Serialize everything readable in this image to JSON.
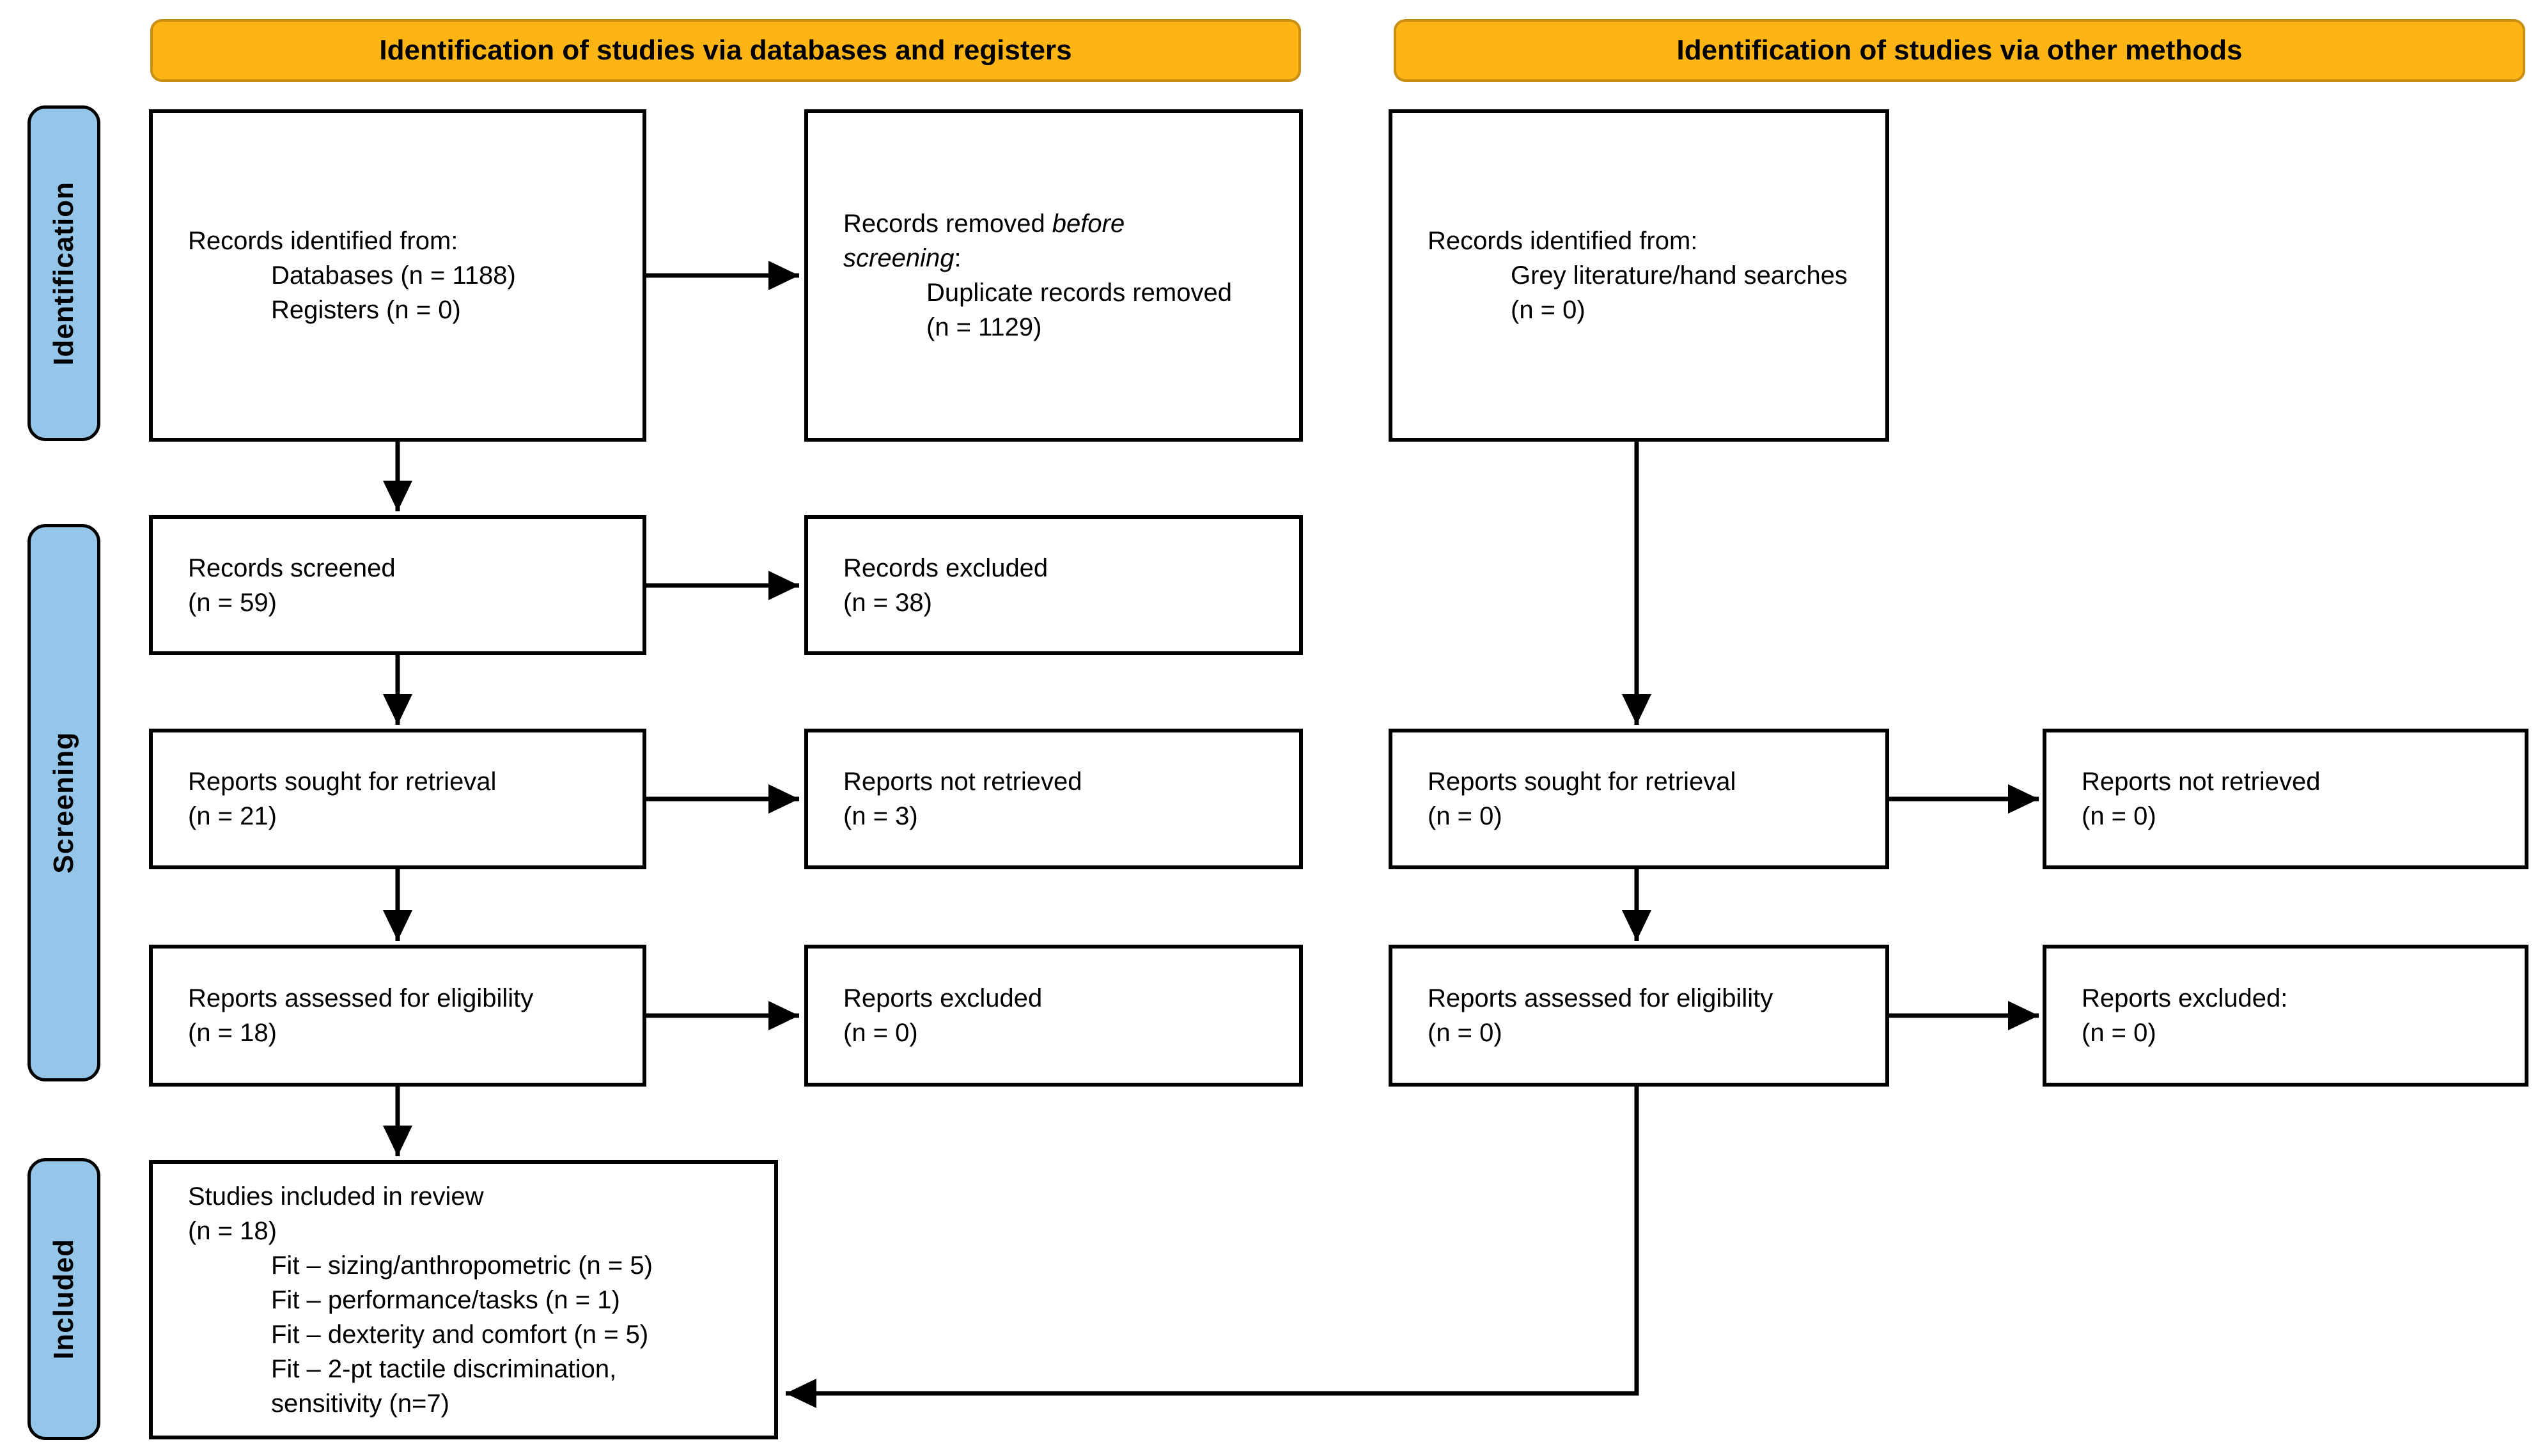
{
  "colors": {
    "banner_bg": "#FDB515",
    "banner_border": "#C98F12",
    "stage_bg": "#95C5E8",
    "box_border": "#000000",
    "arrow": "#000000"
  },
  "banners": {
    "left": "Identification of studies via databases and registers",
    "right": "Identification of studies via other methods"
  },
  "stages": {
    "identification": "Identification",
    "screening": "Screening",
    "included": "Included"
  },
  "boxes": {
    "records_identified_db": {
      "line1": "Records identified from:",
      "line2": "Databases (n = 1188)",
      "line3": "Registers (n = 0)"
    },
    "records_removed": {
      "line1_normal": "Records removed ",
      "line1_italic": "before",
      "line2_italic": "screening",
      "line2_normal": ":",
      "line3": "Duplicate records removed",
      "line4": "(n = 1129)"
    },
    "records_identified_other": {
      "line1": "Records identified from:",
      "line2": "Grey literature/hand searches",
      "line3": "(n = 0)"
    },
    "records_screened": {
      "line1": "Records screened",
      "line2": "(n = 59)"
    },
    "records_excluded": {
      "line1": "Records excluded",
      "line2": "(n = 38)"
    },
    "reports_sought_db": {
      "line1": "Reports sought for retrieval",
      "line2": "(n = 21)"
    },
    "reports_not_retrieved_db": {
      "line1": "Reports not retrieved",
      "line2": "(n = 3)"
    },
    "reports_assessed_db": {
      "line1": "Reports assessed for eligibility",
      "line2": "(n = 18)"
    },
    "reports_excluded_db": {
      "line1": "Reports excluded",
      "line2": "(n = 0)"
    },
    "reports_sought_other": {
      "line1": "Reports sought for retrieval",
      "line2": "(n = 0)"
    },
    "reports_not_retrieved_other": {
      "line1": "Reports not retrieved",
      "line2": "(n = 0)"
    },
    "reports_assessed_other": {
      "line1": "Reports assessed for eligibility",
      "line2": "(n = 0)"
    },
    "reports_excluded_other": {
      "line1": "Reports excluded:",
      "line2": "(n = 0)"
    },
    "studies_included": {
      "line1": "Studies included in review",
      "line2": "(n = 18)",
      "line3": "Fit – sizing/anthropometric (n = 5)",
      "line4": "Fit – performance/tasks (n = 1)",
      "line5": "Fit – dexterity and comfort (n = 5)",
      "line6": "Fit – 2-pt tactile discrimination,",
      "line7": "sensitivity (n=7)"
    }
  }
}
